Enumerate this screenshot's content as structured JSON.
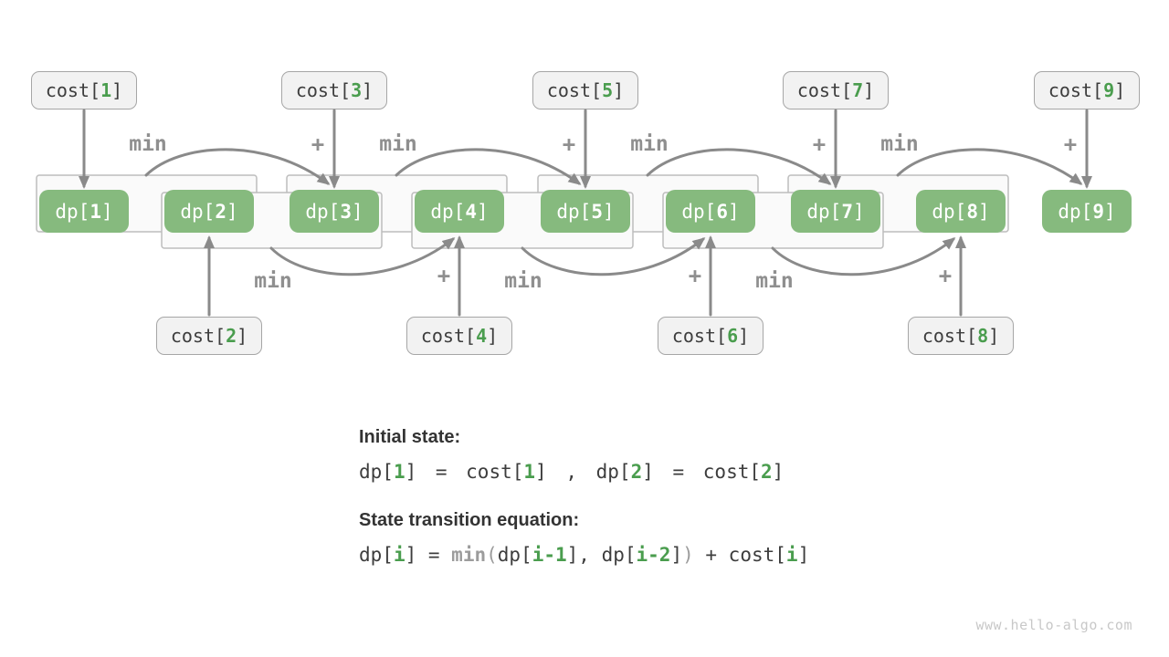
{
  "diagram": {
    "min_label": "min",
    "plus_label": "+",
    "dp": [
      {
        "pre": "dp[",
        "num": "1",
        "suf": "]"
      },
      {
        "pre": "dp[",
        "num": "2",
        "suf": "]"
      },
      {
        "pre": "dp[",
        "num": "3",
        "suf": "]"
      },
      {
        "pre": "dp[",
        "num": "4",
        "suf": "]"
      },
      {
        "pre": "dp[",
        "num": "5",
        "suf": "]"
      },
      {
        "pre": "dp[",
        "num": "6",
        "suf": "]"
      },
      {
        "pre": "dp[",
        "num": "7",
        "suf": "]"
      },
      {
        "pre": "dp[",
        "num": "8",
        "suf": "]"
      },
      {
        "pre": "dp[",
        "num": "9",
        "suf": "]"
      }
    ],
    "cost_top": [
      {
        "pre": "cost[",
        "num": "1",
        "suf": "]"
      },
      {
        "pre": "cost[",
        "num": "3",
        "suf": "]"
      },
      {
        "pre": "cost[",
        "num": "5",
        "suf": "]"
      },
      {
        "pre": "cost[",
        "num": "7",
        "suf": "]"
      },
      {
        "pre": "cost[",
        "num": "9",
        "suf": "]"
      }
    ],
    "cost_bottom": [
      {
        "pre": "cost[",
        "num": "2",
        "suf": "]"
      },
      {
        "pre": "cost[",
        "num": "4",
        "suf": "]"
      },
      {
        "pre": "cost[",
        "num": "6",
        "suf": "]"
      },
      {
        "pre": "cost[",
        "num": "8",
        "suf": "]"
      }
    ]
  },
  "notes": {
    "initial_title": "Initial state:",
    "initial_eq": {
      "p1": "dp[",
      "n1": "1",
      "p2": "] = cost[",
      "n2": "1",
      "p3": "] , dp[",
      "n3": "2",
      "p4": "] = cost[",
      "n4": "2",
      "p5": "]"
    },
    "transition_title": "State transition equation:",
    "transition_eq": {
      "p1": "dp[",
      "n1": "i",
      "p2": "] = ",
      "fn": "min",
      "par1": "(",
      "p3": "dp[",
      "n2": "i-1",
      "p4": "], dp[",
      "n3": "i-2",
      "p5": "]",
      "par2": ")",
      "p6": " + cost[",
      "n4": "i",
      "p7": "]"
    }
  },
  "watermark": "www.hello-algo.com",
  "colors": {
    "dp_box_green": "#86ba7e",
    "number_green": "#4a9d4e",
    "cost_box_fill": "#f2f2f2",
    "cost_box_border": "#a6a6a6",
    "arrow_gray": "#8a8a8a",
    "label_gray": "#8f8f8f",
    "bracket_fill": "#fafafa",
    "bracket_stroke": "#bdbdbd",
    "text_dark": "#3d3d3d"
  }
}
